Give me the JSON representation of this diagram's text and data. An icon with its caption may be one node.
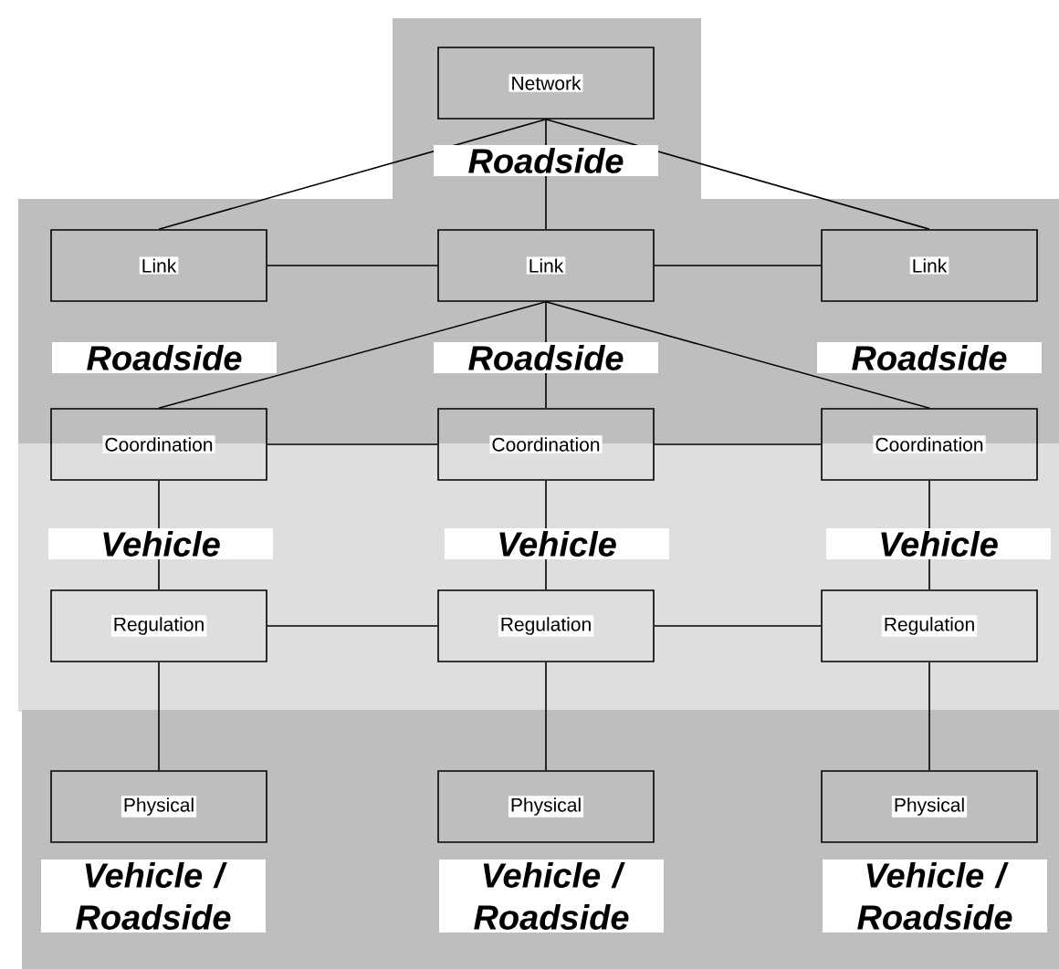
{
  "diagram": {
    "nodes": [
      {
        "text": [
          "Network"
        ]
      },
      {
        "text": [
          "Link"
        ]
      },
      {
        "text": [
          "Link"
        ]
      },
      {
        "text": [
          "Link"
        ]
      },
      {
        "text": [
          "Coordination"
        ]
      },
      {
        "text": [
          "Coordination"
        ]
      },
      {
        "text": [
          "Coordination"
        ]
      },
      {
        "text": [
          "Regulation"
        ]
      },
      {
        "text": [
          "Regulation"
        ]
      },
      {
        "text": [
          "Regulation"
        ]
      },
      {
        "text": [
          "Physical"
        ]
      },
      {
        "text": [
          "Physical"
        ]
      },
      {
        "text": [
          "Physical"
        ]
      }
    ],
    "edges": [
      {
        "from": 0,
        "to": 1,
        "arrow": "none"
      },
      {
        "from": 0,
        "to": 2,
        "arrow": "none"
      },
      {
        "from": 0,
        "to": 3,
        "arrow": "none"
      },
      {
        "from": 1,
        "to": 2,
        "arrow": "none"
      },
      {
        "from": 2,
        "to": 3,
        "arrow": "none"
      },
      {
        "from": 2,
        "to": 4,
        "arrow": "none"
      },
      {
        "from": 2,
        "to": 5,
        "arrow": "none"
      },
      {
        "from": 2,
        "to": 6,
        "arrow": "none"
      },
      {
        "from": 4,
        "to": 5,
        "arrow": "none"
      },
      {
        "from": 5,
        "to": 6,
        "arrow": "none"
      },
      {
        "from": 4,
        "to": 7,
        "arrow": "none"
      },
      {
        "from": 5,
        "to": 8,
        "arrow": "none"
      },
      {
        "from": 6,
        "to": 9,
        "arrow": "none"
      },
      {
        "from": 7,
        "to": 8,
        "arrow": "none"
      },
      {
        "from": 8,
        "to": 9,
        "arrow": "none"
      },
      {
        "from": 7,
        "to": 10,
        "arrow": "none"
      },
      {
        "from": 8,
        "to": 11,
        "arrow": "none"
      },
      {
        "from": 9,
        "to": 12,
        "arrow": "none"
      }
    ],
    "labels": [
      "Roadside",
      "Roadside",
      "Roadside",
      "Roadside",
      "Vehicle",
      "Vehicle",
      "Vehicle",
      "Vehicle / Roadside",
      "Vehicle / Roadside",
      "Vehicle / Roadside"
    ]
  }
}
